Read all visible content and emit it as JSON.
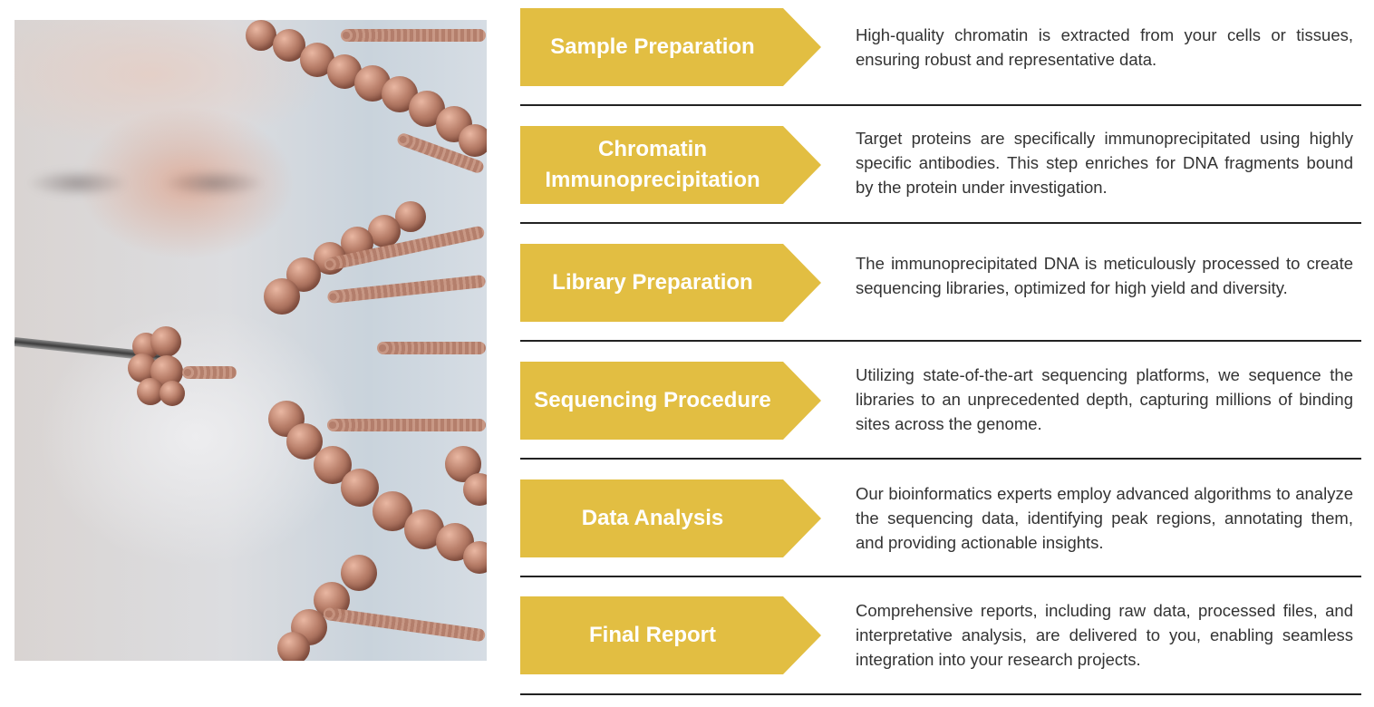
{
  "illustration": {
    "description": "Blurred scientist in face mask holding tweezers with a DNA fragment beside a copper-colored DNA double helix",
    "icon": "dna-helix-photo"
  },
  "colors": {
    "arrow_fill": "#e2be42",
    "arrow_text": "#ffffff",
    "body_text": "#333333",
    "divider": "#222222"
  },
  "steps": [
    {
      "title": "Sample Preparation",
      "description": "High-quality chromatin is extracted from your cells or tissues, ensuring robust and representative data."
    },
    {
      "title": "Chromatin Immunoprecipitation",
      "title_lines": [
        "Chromatin",
        "Immunoprecipitation"
      ],
      "description": "Target proteins are specifically immunoprecipitated using highly specific antibodies. This step enriches for DNA fragments bound by the protein under investigation."
    },
    {
      "title": "Library Preparation",
      "description": "The immunoprecipitated DNA is meticulously processed to create sequencing libraries, optimized for high yield and diversity."
    },
    {
      "title": "Sequencing Procedure",
      "description": "Utilizing state-of-the-art sequencing platforms, we sequence the libraries to an unprecedented depth, capturing millions of binding sites across the genome."
    },
    {
      "title": "Data Analysis",
      "description": "Our bioinformatics experts employ advanced algorithms to analyze the sequencing data, identifying peak regions, annotating them, and providing actionable insights."
    },
    {
      "title": "Final Report",
      "description": "Comprehensive reports, including raw data, processed files, and interpretative analysis, are delivered to you, enabling seamless integration into your research projects."
    }
  ]
}
